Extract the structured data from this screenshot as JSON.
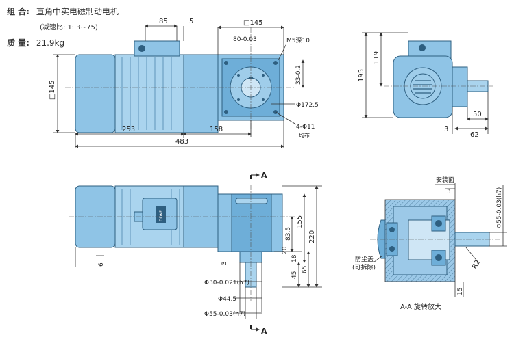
{
  "header": {
    "combo_label": "组 合:",
    "combo_value": "直角中实电磁制动电机",
    "ratio_note": "(减速比: 1: 3~75)",
    "mass_label": "质 量:",
    "mass_value": "21.9kg"
  },
  "front_view": {
    "dim_85": "85",
    "dim_5": "5",
    "dim_sq145_top": "□145",
    "dim_keyway": "80-0.03",
    "dim_m5": "M5深10",
    "dim_33": "33-0.2",
    "dim_phi172": "Φ172.5",
    "dim_4phi11": "4-Φ11",
    "dim_4phi11_note": "均布",
    "dim_sq145_left": "□145",
    "dim_253": "253",
    "dim_158": "158",
    "dim_483": "483"
  },
  "side_view": {
    "dim_195": "195",
    "dim_119": "119",
    "dim_3": "3",
    "dim_50": "50",
    "dim_62": "62"
  },
  "bottom_view": {
    "section_mark_top": "A",
    "section_mark_bottom": "A",
    "dim_6": "6",
    "dim_3": "3",
    "dim_155": "155",
    "dim_220": "220",
    "dim_83_5": "83.5",
    "dim_20": "20",
    "dim_18": "18",
    "dim_45": "45",
    "dim_65": "65",
    "dim_phi30": "Φ30-0.021(h7)",
    "dim_phi44_5": "Φ44.5",
    "dim_phi55": "Φ55-0.03(h7)",
    "nameplate": "DDKE"
  },
  "section_view": {
    "label_install_face": "安装面",
    "dim_3": "3",
    "dim_phi55": "Φ55-0.03(h7)",
    "label_dust_cover": "防尘盖",
    "label_removable": "(可拆除)",
    "dim_r2": "R2",
    "dim_15": "15",
    "caption": "A-A 旋转放大"
  }
}
